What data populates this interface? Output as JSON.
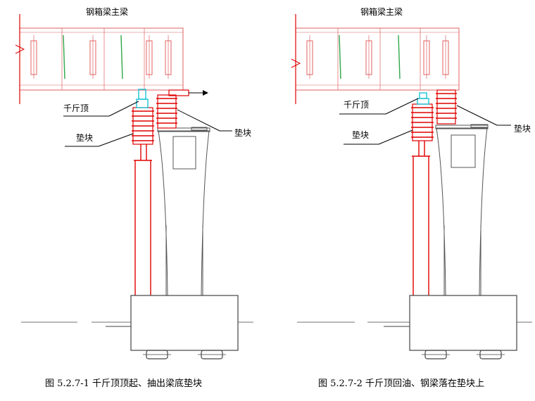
{
  "panel1": {
    "title": "钢箱梁主梁",
    "label_jack": "千斤顶",
    "label_block_left": "垫块",
    "label_block_right": "垫块",
    "caption": "图 5.2.7-1  千斤顶顶起、抽出梁底垫块"
  },
  "panel2": {
    "title": "钢箱梁主梁",
    "label_jack": "千斤顶",
    "label_block_left": "垫块",
    "label_block_right": "垫块",
    "caption": "图 5.2.7-2  千斤顶回油、钢梁落在垫块上"
  },
  "colors": {
    "steel_girder": "#e06060",
    "stiffener_green": "#2ea84a",
    "block_red": "#e00000",
    "jack_cyan": "#19c3d6",
    "pier_gray": "#555555"
  }
}
